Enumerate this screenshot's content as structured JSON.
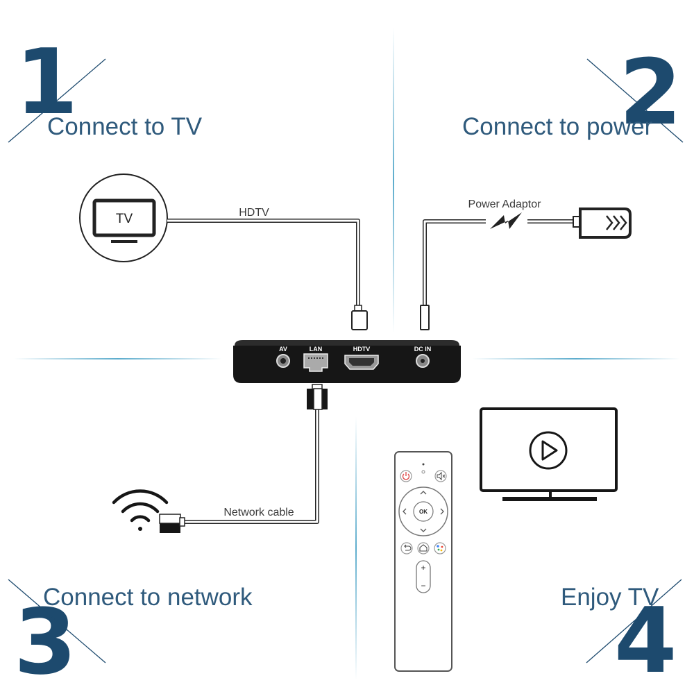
{
  "steps": [
    {
      "number": "1",
      "title": "Connect to TV"
    },
    {
      "number": "2",
      "title": "Connect to power"
    },
    {
      "number": "3",
      "title": "Connect to network"
    },
    {
      "number": "4",
      "title": "Enjoy TV"
    }
  ],
  "labels": {
    "hdtv_cable": "HDTV",
    "power_adaptor": "Power Adaptor",
    "network_cable": "Network cable",
    "tv": "TV"
  },
  "ports": {
    "av": "AV",
    "lan": "LAN",
    "hdtv": "HDTV",
    "dc_in": "DC IN"
  },
  "remote": {
    "ok": "OK",
    "plus": "+",
    "minus": "−"
  },
  "colors": {
    "accent": "#1d4a6e",
    "divider": "#4aa3c7",
    "power": "#e05050"
  }
}
